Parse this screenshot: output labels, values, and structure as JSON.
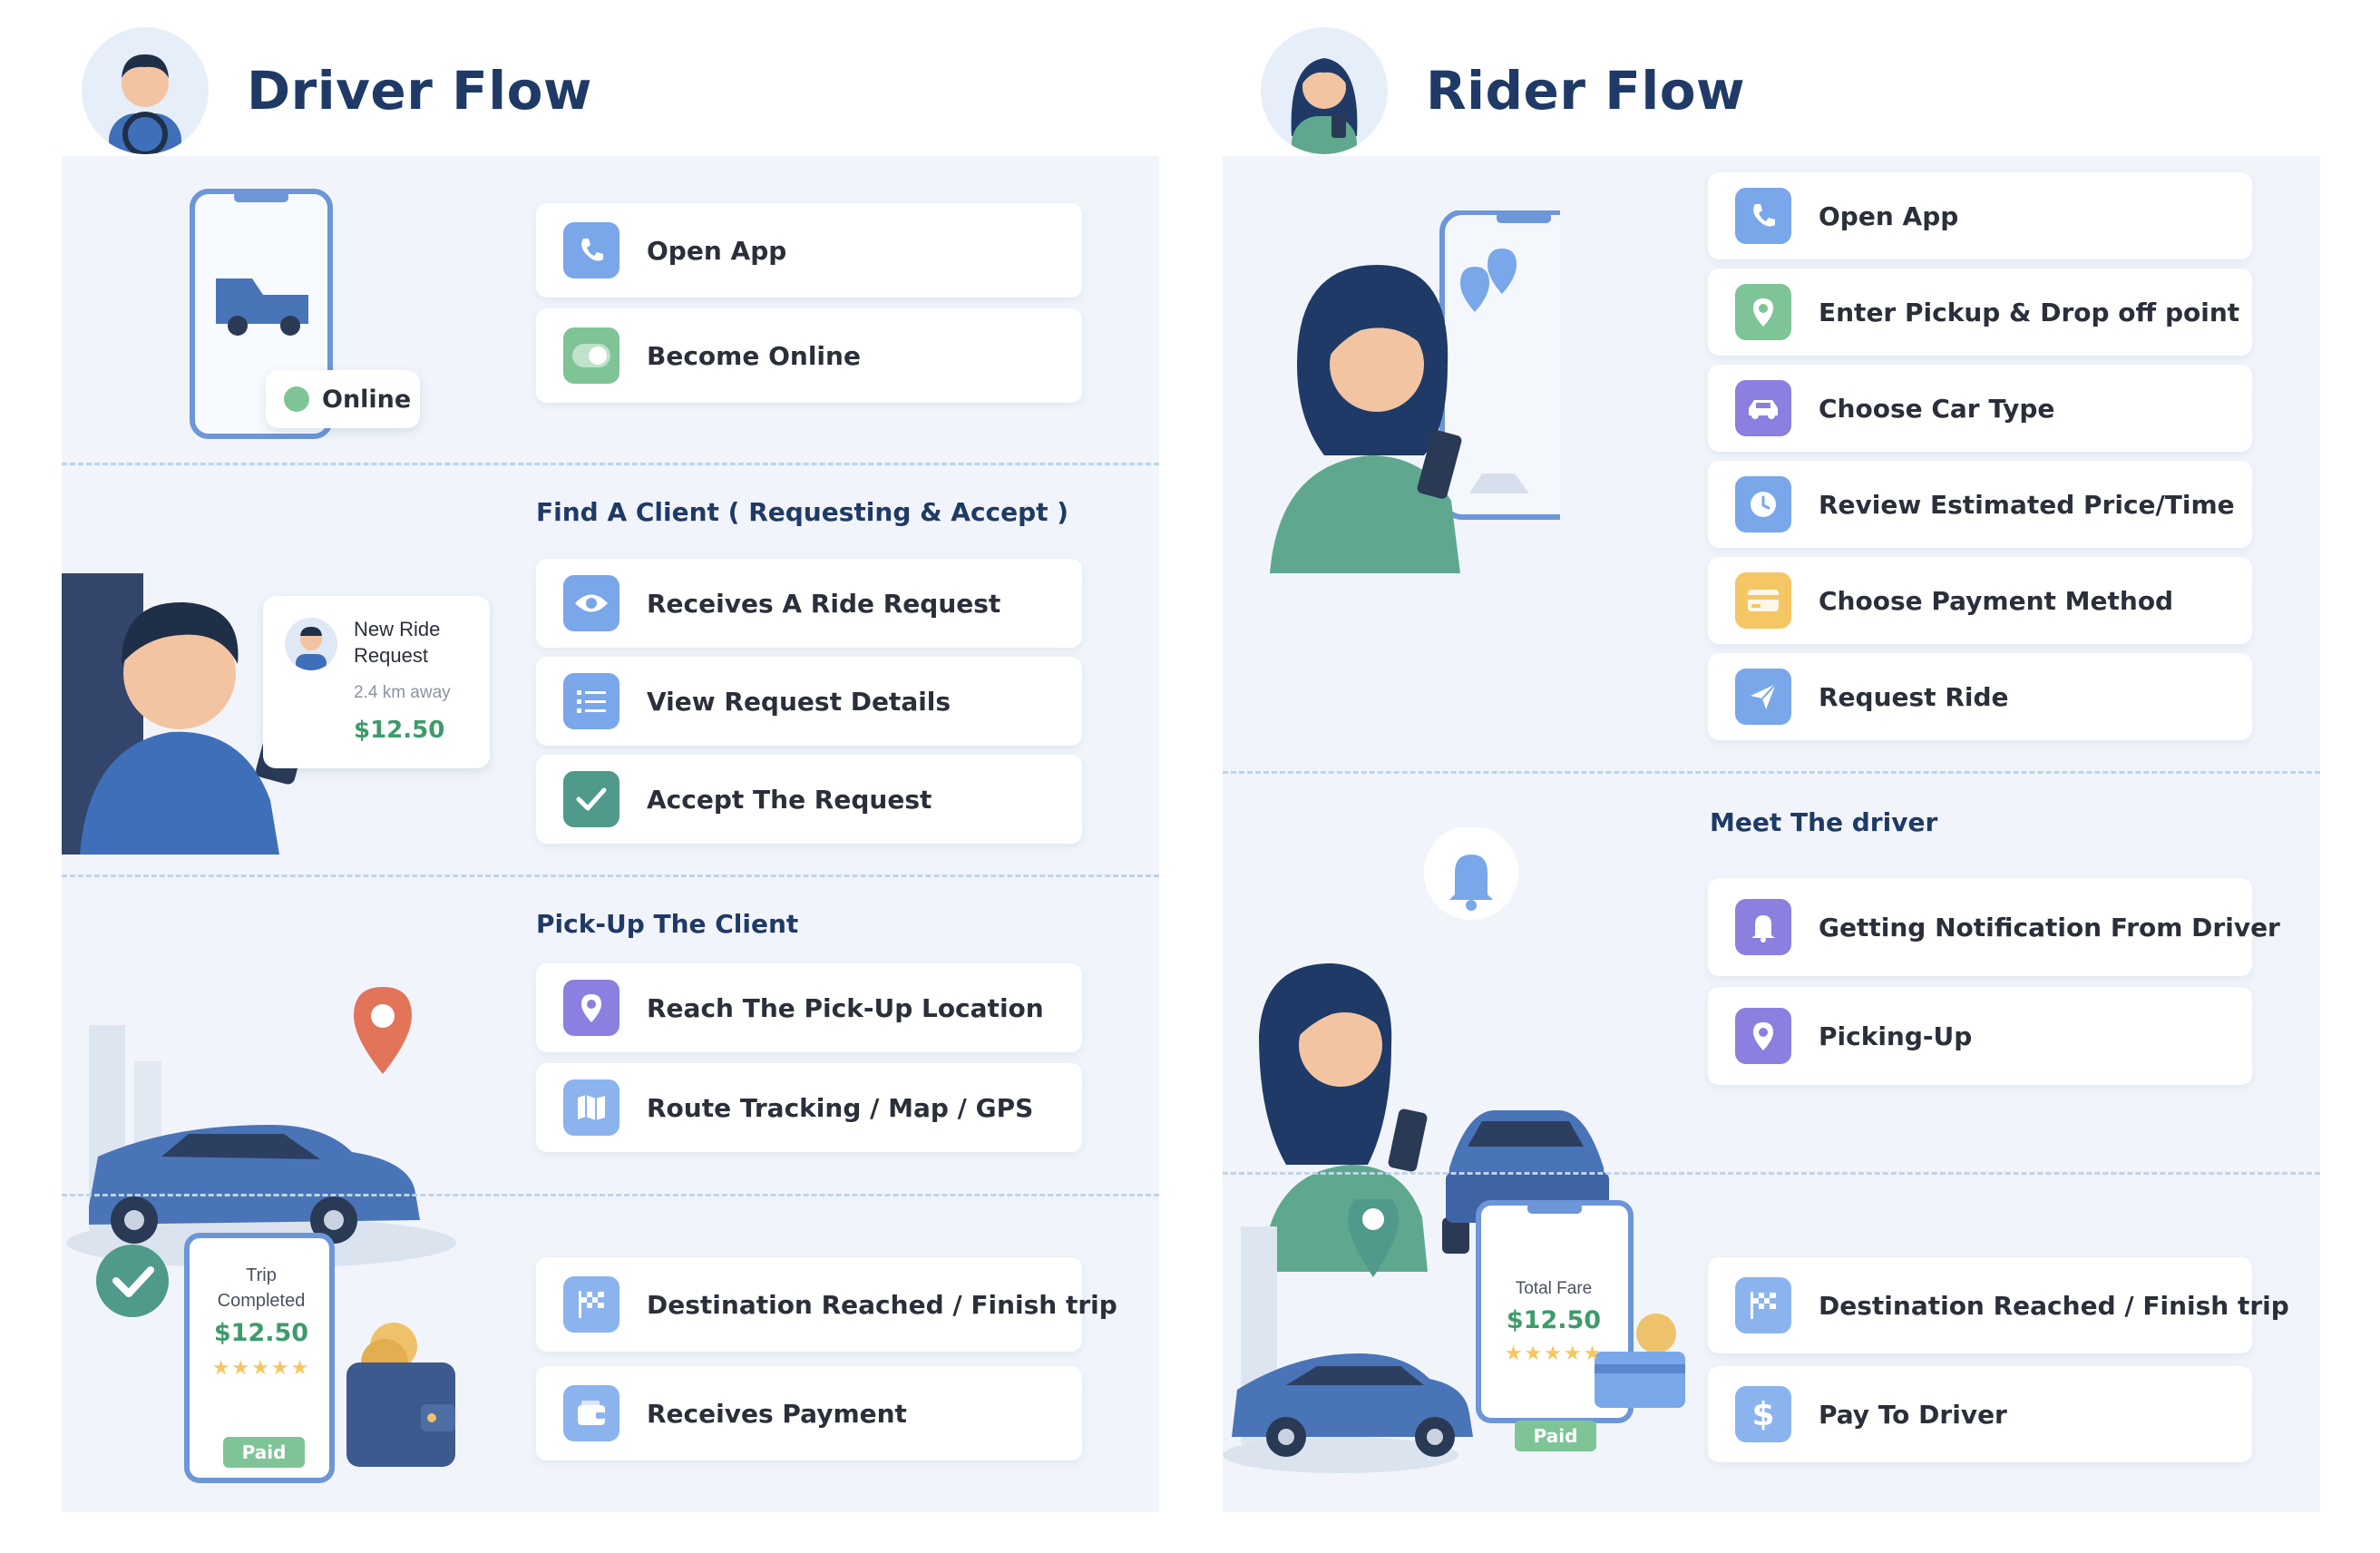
{
  "driver": {
    "title": "Driver Flow",
    "online_badge": "Online",
    "step_open_app": "Open App",
    "step_become_online": "Become Online",
    "section_find_client": "Find A Client ( Requesting & Accept )",
    "request_card_title": "New Ride Request",
    "request_card_distance": "2.4 km away",
    "request_card_price": "$12.50",
    "step_receives_request": "Receives A Ride Request",
    "step_view_details": "View Request Details",
    "step_accept": "Accept The Request",
    "section_pickup": "Pick-Up The Client",
    "step_reach_pickup": "Reach The Pick-Up Location",
    "step_route_tracking": "Route Tracking / Map / GPS",
    "trip_status": "Trip Completed",
    "trip_price": "$12.50",
    "trip_paid": "Paid",
    "step_destination": "Destination Reached / Finish trip",
    "step_receives_payment": "Receives Payment"
  },
  "rider": {
    "title": "Rider Flow",
    "step_open_app": "Open App",
    "step_enter_points": "Enter Pickup & Drop off point",
    "step_car_type": "Choose Car Type",
    "step_review_price": "Review Estimated Price/Time",
    "step_payment_method": "Choose Payment Method",
    "step_request_ride": "Request Ride",
    "section_meet": "Meet The driver",
    "step_notification": "Getting Notification From Driver",
    "step_picking_up": "Picking-Up",
    "fare_label": "Total Fare",
    "fare_price": "$12.50",
    "fare_paid": "Paid",
    "step_destination": "Destination Reached / Finish trip",
    "step_pay_driver": "Pay To Driver"
  },
  "colors": {
    "title": "#1f3a66",
    "panel": "#f1f5fb",
    "icon_blue": "#7aa6ea",
    "icon_green": "#7fc497",
    "icon_teal": "#4f9a8a",
    "icon_purple": "#8b7fe0",
    "icon_yellow": "#f4c764",
    "price_green": "#3e9b6b",
    "car_blue": "#4a74b8",
    "pin_orange": "#e2745a"
  }
}
